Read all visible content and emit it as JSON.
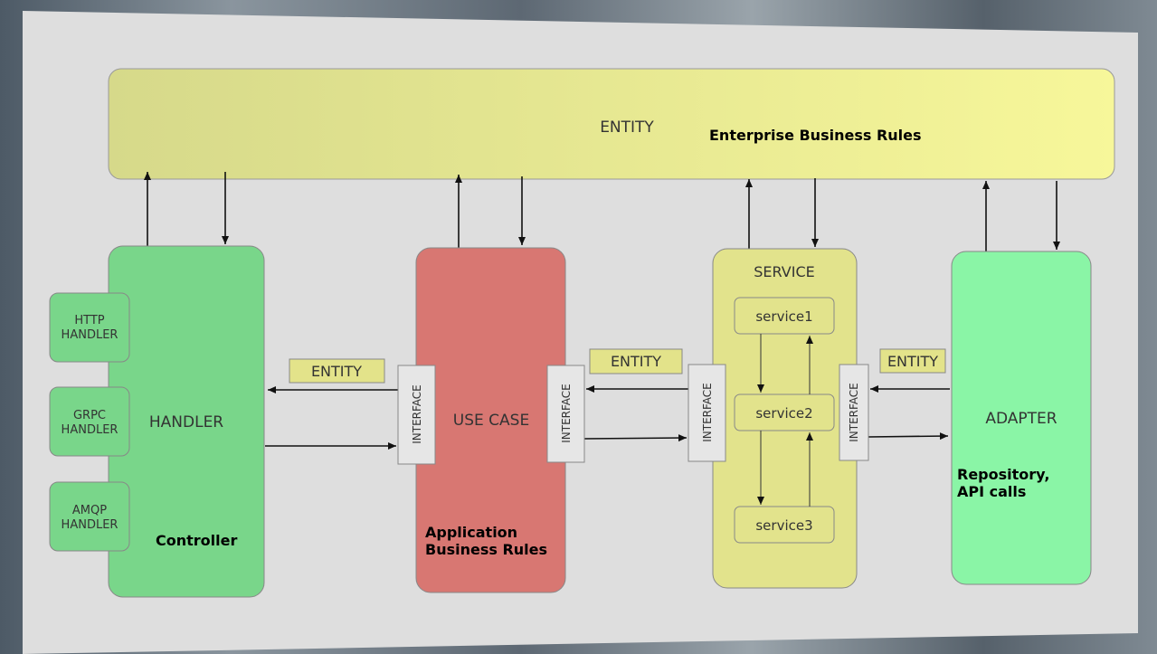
{
  "colors": {
    "entity_fill": "#e3e38a",
    "handler_fill": "#79d68a",
    "usecase_fill": "#d87772",
    "service_fill": "#e2e38c",
    "adapter_fill": "#8af5a6",
    "interface_fill": "#e6e6e6",
    "board_fill": "#dcdcdc"
  },
  "entity_bar": {
    "title": "ENTITY",
    "caption": "Enterprise Business Rules"
  },
  "handler": {
    "title": "HANDLER",
    "caption": "Controller",
    "sub_handlers": [
      {
        "line1": "HTTP",
        "line2": "HANDLER"
      },
      {
        "line1": "GRPC",
        "line2": "HANDLER"
      },
      {
        "line1": "AMQP",
        "line2": "HANDLER"
      }
    ]
  },
  "usecase": {
    "title": "USE CASE",
    "caption_line1": "Application",
    "caption_line2": "Business Rules"
  },
  "service": {
    "title": "SERVICE",
    "items": [
      "service1",
      "service2",
      "service3"
    ]
  },
  "adapter": {
    "title": "ADAPTER",
    "caption_line1": "Repository,",
    "caption_line2": "API calls"
  },
  "interface_label": "INTERFACE",
  "entity_tags": [
    "ENTITY",
    "ENTITY",
    "ENTITY"
  ]
}
